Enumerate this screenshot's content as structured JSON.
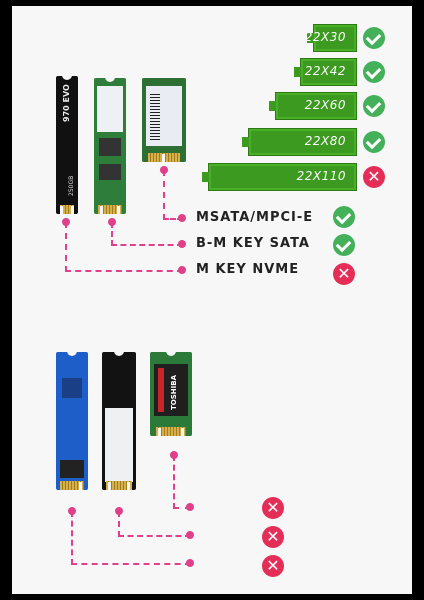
{
  "form_factors": [
    {
      "label": "22X30",
      "status": "ok"
    },
    {
      "label": "22X42",
      "status": "ok"
    },
    {
      "label": "22X60",
      "status": "ok"
    },
    {
      "label": "22X80",
      "status": "ok"
    },
    {
      "label": "22X110",
      "status": "no"
    }
  ],
  "interfaces": [
    {
      "label": "MSATA/MPCI-E",
      "status": "ok"
    },
    {
      "label": "B-M KEY SATA",
      "status": "ok"
    },
    {
      "label": "M KEY NVME",
      "status": "no"
    }
  ],
  "top_ssds": {
    "nvme_brand": "970 EVO",
    "nvme_capacity": "250GB",
    "sata_brand": "",
    "msata_brand": ""
  },
  "bottom_ssds": {
    "third_brand": "TOSHIBA"
  },
  "bottom_status": [
    "no",
    "no",
    "no"
  ],
  "colors": {
    "accent_connector": "#e0408a",
    "ok": "#44b05a",
    "no": "#e52e57",
    "pcb_green": "#3b9a1f"
  }
}
